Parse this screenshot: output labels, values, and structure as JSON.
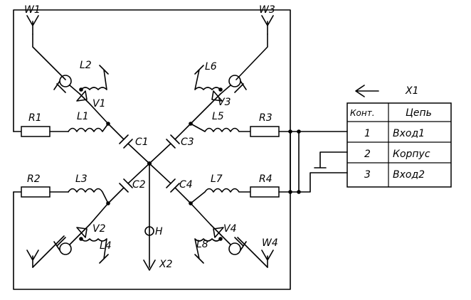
{
  "labels": {
    "W1": "W1",
    "W3": "W3",
    "W4": "W4",
    "L1": "L1",
    "L2": "L2",
    "L3": "L3",
    "L4": "L4",
    "L5": "L5",
    "L6": "L6",
    "L7": "L7",
    "L8": "L8",
    "R1": "R1",
    "R2": "R2",
    "R3": "R3",
    "R4": "R4",
    "C1": "C1",
    "C2": "C2",
    "C3": "C3",
    "C4": "C4",
    "V1": "V1",
    "V2": "V2",
    "V3": "V3",
    "V4": "V4",
    "X2": "X2",
    "H": "H"
  },
  "connector": {
    "name": "X1",
    "headers": [
      "Конт.",
      "Цепь"
    ],
    "rows": [
      {
        "pin": "1",
        "circuit": "Вход1"
      },
      {
        "pin": "2",
        "circuit": "Корпус"
      },
      {
        "pin": "3",
        "circuit": "Вход2"
      }
    ]
  }
}
